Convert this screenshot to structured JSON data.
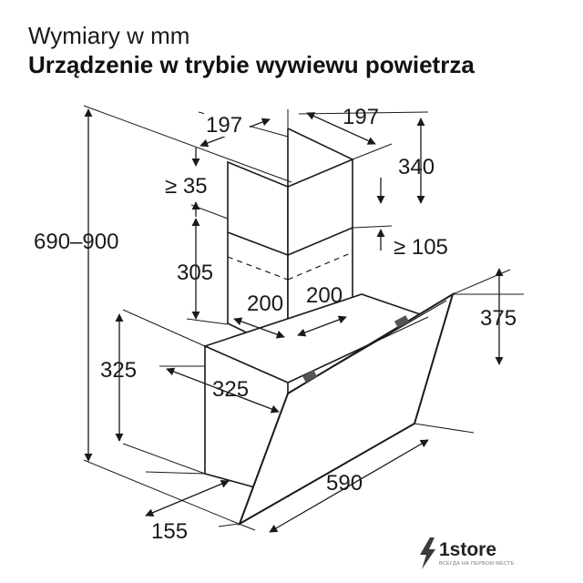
{
  "header": {
    "subtitle": "Wymiary w mm",
    "title": "Urządzenie w trybie wywiewu powietrza"
  },
  "dimensions": {
    "chimney_top_left": "197",
    "chimney_top_right": "197",
    "top_gap": "≥ 35",
    "top_section": "340",
    "overall_height": "690–900",
    "lower_gap": "≥ 105",
    "chimney_lower": "305",
    "chimney_width_left": "200",
    "chimney_width_right": "200",
    "glass_height": "375",
    "body_height": "325",
    "body_depth": "325",
    "glass_width": "590",
    "bottom_depth": "155"
  },
  "watermark": {
    "brand": "1store",
    "tagline": "ВСЕГДА НА ПЕРВОМ МЕСТЕ"
  },
  "colors": {
    "line": "#1a1a1a",
    "text": "#1a1a1a",
    "logo_bolt": "#3a3a3a"
  }
}
